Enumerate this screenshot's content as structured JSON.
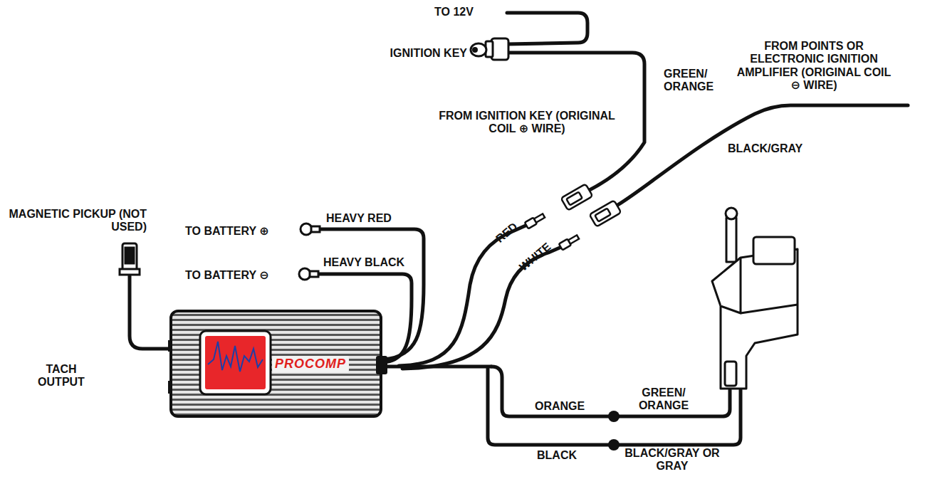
{
  "diagram": {
    "nodes": [
      {
        "text": [
          "PROCOMP"
        ]
      }
    ],
    "labels": [
      "TO 12V",
      "IGNITION KEY",
      "GREEN/ ORANGE",
      "FROM POINTS OR ELECTRONIC IGNITION AMPLIFIER (ORIGINAL COIL ⊖ WIRE)",
      "FROM IGNITION KEY (ORIGINAL COIL ⊕ WIRE)",
      "BLACK/GRAY",
      "MAGNETIC PICKUP (NOT USED)",
      "TO BATTERY ⊕",
      "HEAVY RED",
      "TO BATTERY ⊖",
      "HEAVY BLACK",
      "RED",
      "WHITE",
      "TACH OUTPUT",
      "ORANGE",
      "GREEN/ ORANGE",
      "BLACK",
      "BLACK/GRAY OR GRAY"
    ]
  }
}
